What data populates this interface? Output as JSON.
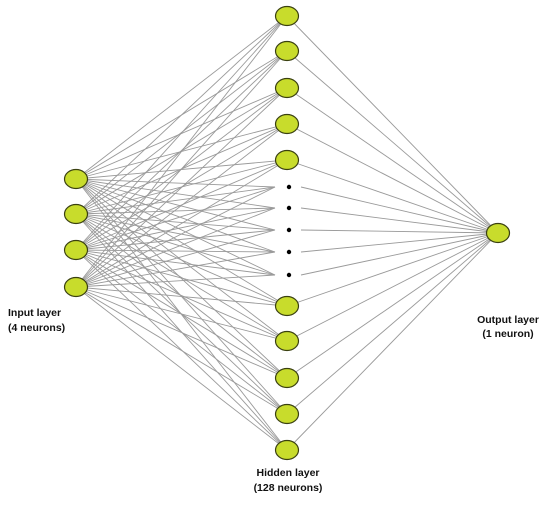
{
  "labels": {
    "input_line1": "Input layer",
    "input_line2": "(4 neurons)",
    "hidden_line1": "Hidden layer",
    "hidden_line2": "(128 neurons)",
    "output_line1": "Output layer",
    "output_line2": "(1 neuron)"
  },
  "network": {
    "input_nodes_shown": 4,
    "hidden_nodes_shown": 10,
    "output_nodes_shown": 1,
    "ellipsis_dots": 5
  },
  "colors": {
    "node_fill": "#c8dc2c",
    "node_stroke": "#3a4010",
    "edge": "#9a9a9a",
    "dot": "#000000"
  }
}
